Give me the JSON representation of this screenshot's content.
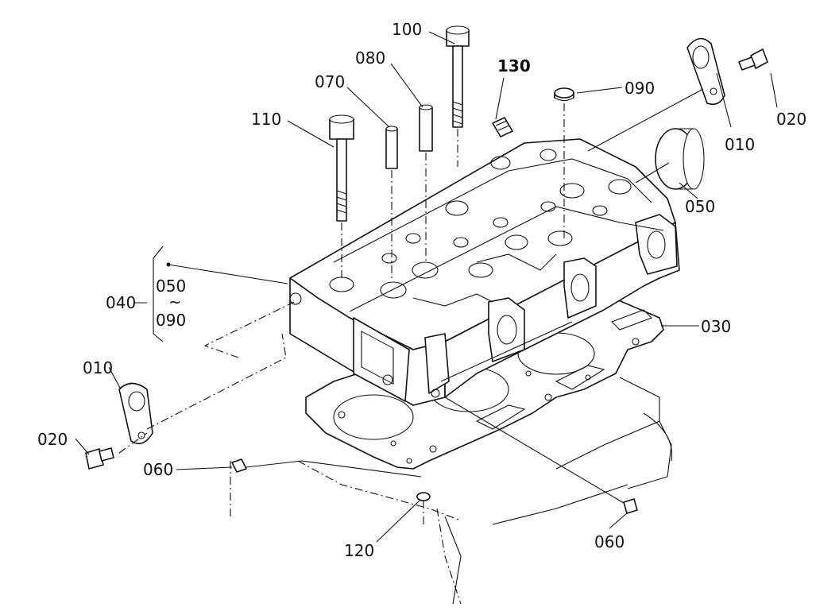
{
  "diagram": {
    "callouts": [
      {
        "id": "c100",
        "label": "100"
      },
      {
        "id": "c080",
        "label": "080"
      },
      {
        "id": "c070",
        "label": "070"
      },
      {
        "id": "c130",
        "label": "130"
      },
      {
        "id": "c090",
        "label": "090"
      },
      {
        "id": "c110",
        "label": "110"
      },
      {
        "id": "c010r",
        "label": "010"
      },
      {
        "id": "c020r",
        "label": "020"
      },
      {
        "id": "c050",
        "label": "050"
      },
      {
        "id": "c030",
        "label": "030"
      },
      {
        "id": "c010l",
        "label": "010"
      },
      {
        "id": "c020l",
        "label": "020"
      },
      {
        "id": "c060l",
        "label": "060"
      },
      {
        "id": "c120",
        "label": "120"
      },
      {
        "id": "c060r",
        "label": "060"
      }
    ],
    "kit": {
      "label": "040",
      "range_start": "050",
      "range_sep": "~",
      "range_end": "090"
    }
  }
}
